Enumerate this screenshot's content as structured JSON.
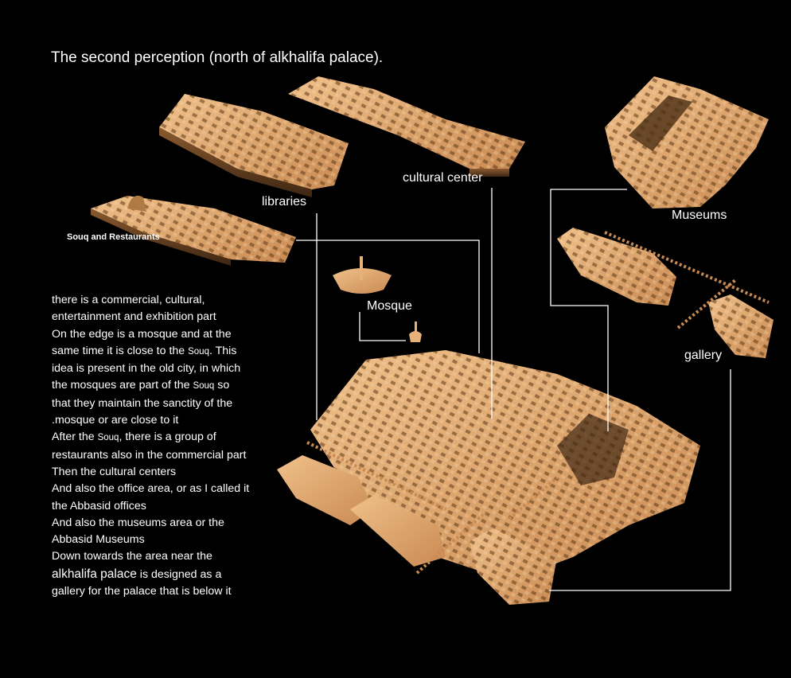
{
  "title": "The second perception (north of alkhalifa palace).",
  "labels": {
    "libraries": "libraries",
    "cultural_center": "cultural center",
    "museums": "Museums",
    "souq": "Souq and Restaurants",
    "mosque": "Mosque",
    "gallery": "gallery"
  },
  "description": {
    "line1": "there is a commercial, cultural,",
    "line2": "entertainment and exhibition part",
    "line3": "On the edge is a mosque and at the",
    "line4a": "same time it is close to the ",
    "line4b": "Souq",
    "line4c": ". This",
    "line5": "idea is present in the old city, in which",
    "line6a": "the mosques are part of the ",
    "line6b": "Souq",
    "line6c": " so",
    "line7": "that they maintain the sanctity of the",
    "line8": ".mosque or are close to it",
    "line9a": "After the ",
    "line9b": "Souq",
    "line9c": ", there is a group of",
    "line10": "restaurants also in the commercial part",
    "line11": "Then the cultural centers",
    "line12": "And also the office area, or as I called it",
    "line13": "the Abbasid offices",
    "line14": "And also the museums area or the",
    "line15": "Abbasid Museums",
    "line16": "Down towards the area near the",
    "line17a": "alkhalifa palace",
    "line17b": " is designed as a",
    "line18": "gallery for the palace that is below it"
  },
  "colors": {
    "background": "#000000",
    "building_light": "#e8b07a",
    "building_mid": "#c98a52",
    "building_dark": "#6b4424",
    "leader_line": "#ffffff"
  }
}
